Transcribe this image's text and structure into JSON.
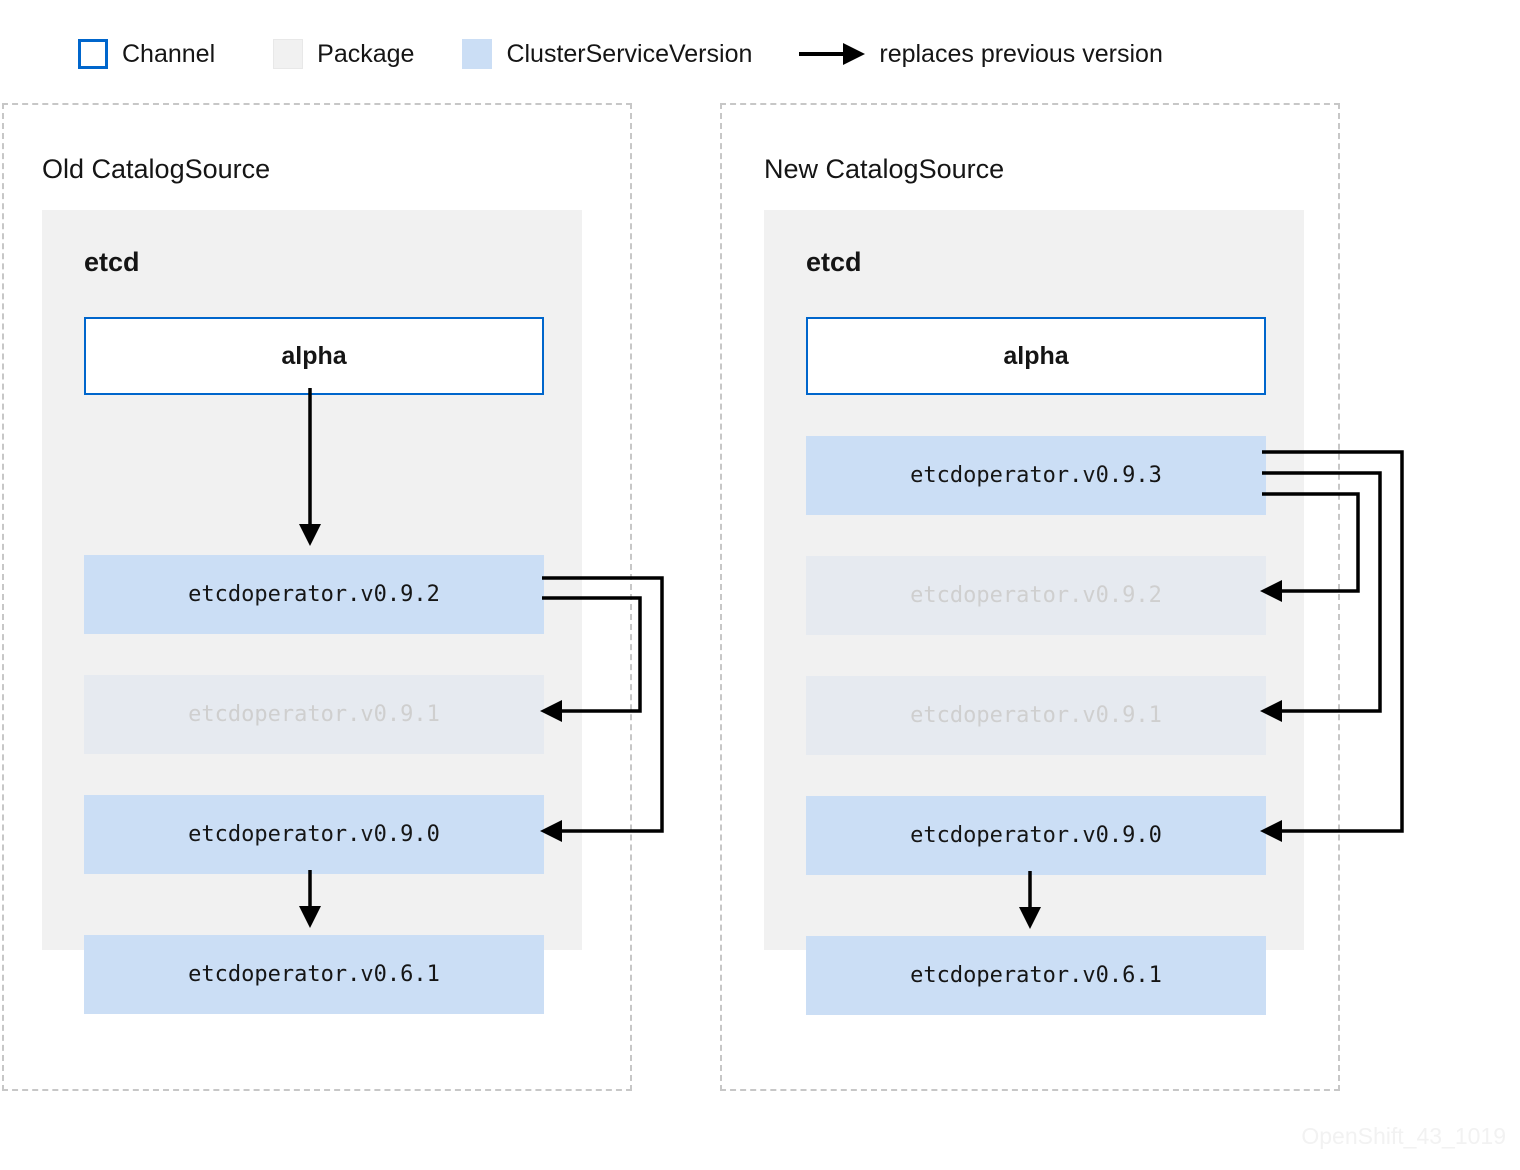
{
  "legend": {
    "items": [
      {
        "swatch": "channel-swatch",
        "icon_name": "channel-swatch-icon",
        "label": "Channel"
      },
      {
        "swatch": "package-swatch",
        "icon_name": "package-swatch-icon",
        "label": "Package"
      },
      {
        "swatch": "csv-swatch",
        "icon_name": "csv-swatch-icon",
        "label": "ClusterServiceVersion"
      },
      {
        "swatch": "arrow",
        "icon_name": "replaces-arrow-icon",
        "label": "replaces previous version"
      }
    ]
  },
  "colors": {
    "channel_border": "#0066cc",
    "package_bg": "#f1f1f1",
    "csv_active_bg": "#cbdef5",
    "csv_faded_bg": "#e6eaf0",
    "csv_faded_text": "#cfcfcf",
    "panel_dashed_border": "#c7c7c7",
    "arrow_stroke": "#000000",
    "text": "#151515",
    "watermark": "#f2f2f2"
  },
  "panels": {
    "old": {
      "title": "Old CatalogSource",
      "package": {
        "name": "etcd"
      },
      "channel": {
        "name": "alpha"
      },
      "csvs": [
        {
          "name": "etcdoperator.v0.9.2",
          "state": "active"
        },
        {
          "name": "etcdoperator.v0.9.1",
          "state": "faded"
        },
        {
          "name": "etcdoperator.v0.9.0",
          "state": "active"
        },
        {
          "name": "etcdoperator.v0.6.1",
          "state": "active"
        }
      ],
      "edges": [
        {
          "from": "alpha",
          "to": "etcdoperator.v0.9.2",
          "kind": "channel-head"
        },
        {
          "from": "etcdoperator.v0.9.2",
          "to": "etcdoperator.v0.9.1",
          "kind": "replaces"
        },
        {
          "from": "etcdoperator.v0.9.2",
          "to": "etcdoperator.v0.9.0",
          "kind": "replaces"
        },
        {
          "from": "etcdoperator.v0.9.0",
          "to": "etcdoperator.v0.6.1",
          "kind": "replaces"
        }
      ]
    },
    "new": {
      "title": "New CatalogSource",
      "package": {
        "name": "etcd"
      },
      "channel": {
        "name": "alpha"
      },
      "csvs": [
        {
          "name": "etcdoperator.v0.9.3",
          "state": "active"
        },
        {
          "name": "etcdoperator.v0.9.2",
          "state": "faded"
        },
        {
          "name": "etcdoperator.v0.9.1",
          "state": "faded"
        },
        {
          "name": "etcdoperator.v0.9.0",
          "state": "active"
        },
        {
          "name": "etcdoperator.v0.6.1",
          "state": "active"
        }
      ],
      "edges": [
        {
          "from": "etcdoperator.v0.9.3",
          "to": "etcdoperator.v0.9.2",
          "kind": "replaces"
        },
        {
          "from": "etcdoperator.v0.9.3",
          "to": "etcdoperator.v0.9.1",
          "kind": "replaces"
        },
        {
          "from": "etcdoperator.v0.9.3",
          "to": "etcdoperator.v0.9.0",
          "kind": "replaces"
        },
        {
          "from": "etcdoperator.v0.9.0",
          "to": "etcdoperator.v0.6.1",
          "kind": "replaces"
        }
      ]
    }
  },
  "watermark": "OpenShift_43_1019"
}
